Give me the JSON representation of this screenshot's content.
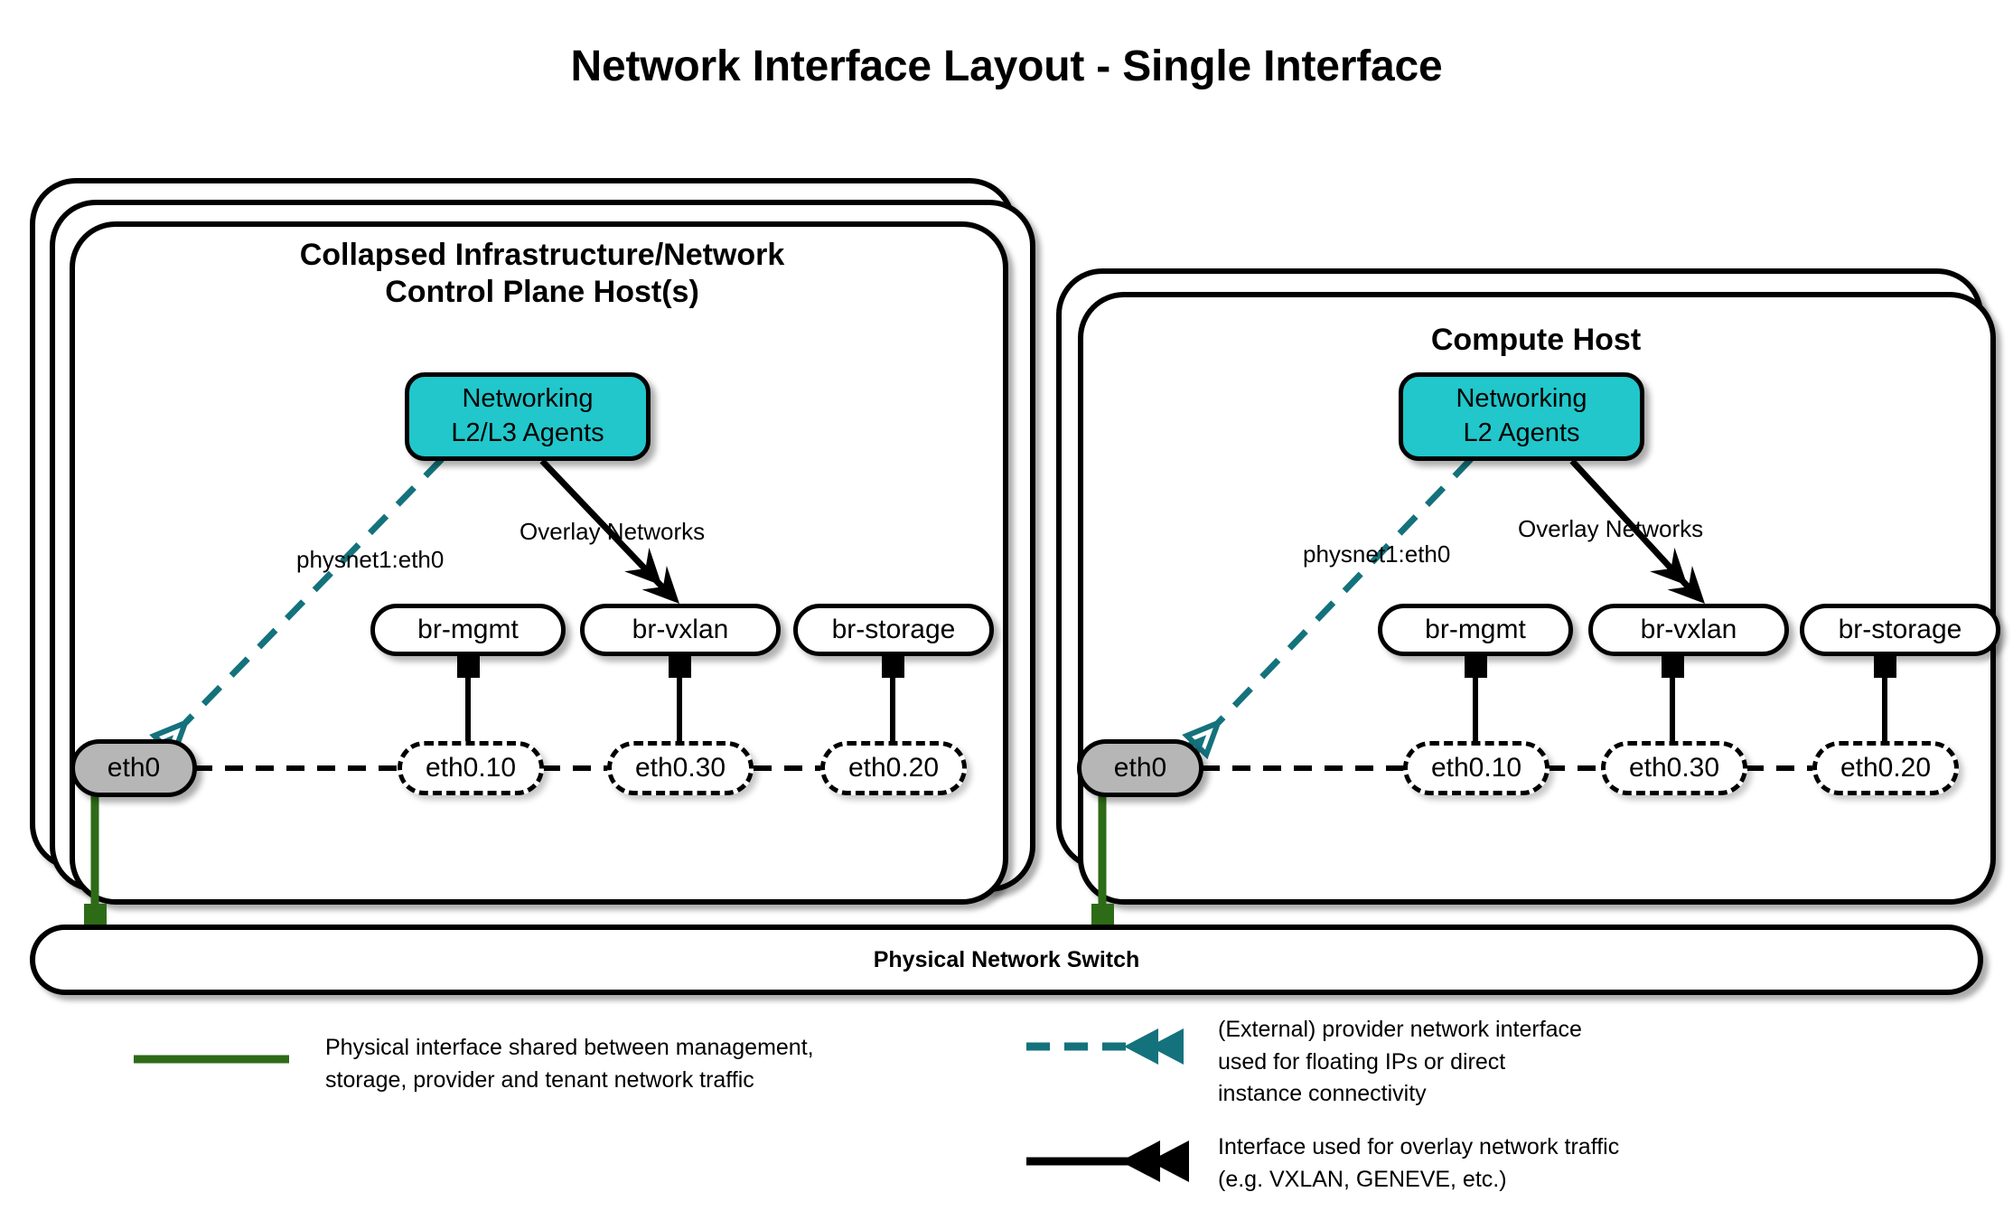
{
  "title": "Network Interface Layout - Single Interface",
  "hosts": [
    {
      "id": "control",
      "title_line1": "Collapsed Infrastructure/Network",
      "title_line2": "Control Plane Host(s)",
      "stack_count": 3,
      "agents": {
        "line1": "Networking",
        "line2": "L2/L3 Agents"
      },
      "provider_label": "physnet1:eth0",
      "overlay_label": "Overlay Networks",
      "physical_interface": "eth0",
      "bridges": [
        "br-mgmt",
        "br-vxlan",
        "br-storage"
      ],
      "vlans": [
        "eth0.10",
        "eth0.30",
        "eth0.20"
      ]
    },
    {
      "id": "compute",
      "title_line1": "Compute Host",
      "title_line2": "",
      "stack_count": 2,
      "agents": {
        "line1": "Networking",
        "line2": "L2 Agents"
      },
      "provider_label": "physnet1:eth0",
      "overlay_label": "Overlay Networks",
      "physical_interface": "eth0",
      "bridges": [
        "br-mgmt",
        "br-vxlan",
        "br-storage"
      ],
      "vlans": [
        "eth0.10",
        "eth0.30",
        "eth0.20"
      ]
    }
  ],
  "switch": {
    "label": "Physical Network Switch"
  },
  "legend": [
    {
      "id": "physical",
      "style": "solid-green-line",
      "color": "#2e6b17",
      "text": "Physical interface shared between management,\nstorage, provider and tenant network traffic"
    },
    {
      "id": "provider",
      "style": "dashed-teal-arrow",
      "color": "#14727c",
      "text": "(External) provider network interface\nused for floating IPs or direct\ninstance connectivity"
    },
    {
      "id": "overlay",
      "style": "solid-black-arrow",
      "color": "#000000",
      "text": "Interface used for overlay network traffic\n(e.g. VXLAN, GENEVE, etc.)"
    }
  ],
  "colors": {
    "agents_fill": "#21c7cb",
    "physical_fill": "#b6b6b6",
    "provider_teal": "#14727c",
    "physical_green": "#2e6b17",
    "outline": "#000000"
  }
}
